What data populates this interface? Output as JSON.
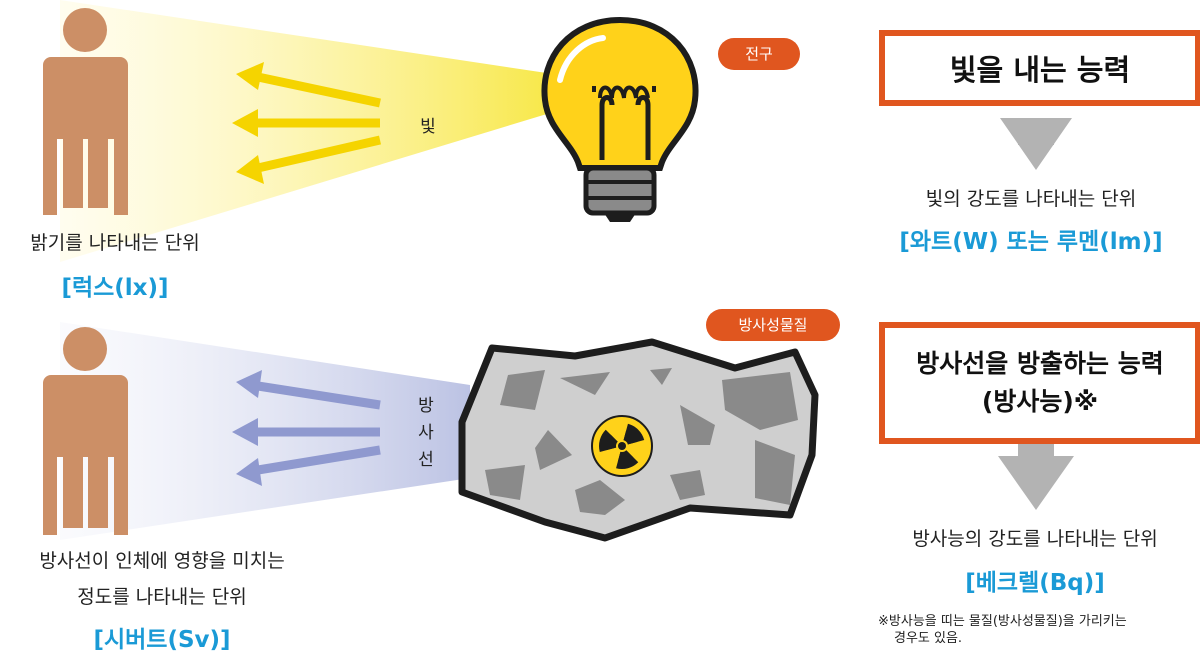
{
  "light": {
    "ray_label": "빛",
    "bulb_badge": "전구",
    "person_desc": "밝기를 나타내는 단위",
    "person_unit": "[럭스(lx)]",
    "ability_box": "빛을 내는 능력",
    "ability_desc": "빛의 강도를 나타내는 단위",
    "ability_unit": "[와트(W) 또는 루멘(lm)]"
  },
  "radiation": {
    "ray_label_chars": [
      "방",
      "사",
      "선"
    ],
    "material_badge": "방사성물질",
    "person_desc_line1": "방사선이 인체에 영향을 미치는",
    "person_desc_line2": "정도를 나타내는 단위",
    "person_unit": "[시버트(Sv)]",
    "ability_box_line1": "방사선을 방출하는 능력",
    "ability_box_line2": "(방사능)※",
    "ability_desc": "방사능의 강도를 나타내는 단위",
    "ability_unit": "[베크렐(Bq)]",
    "footnote_line1": "※방사능을 띠는 물질(방사성물질)을 가리키는",
    "footnote_line2": "경우도 있음."
  },
  "colors": {
    "accent_orange": "#e0561f",
    "unit_blue": "#1a9ad6",
    "person": "#cc8f66",
    "light_arrow": "#f5d400",
    "radiation_arrow": "#8f99cf",
    "down_arrow": "#b3b3b3"
  },
  "icons": [
    "person-icon",
    "light-bulb-icon",
    "radioactive-rock-icon",
    "radiation-trefoil-icon",
    "down-arrow-icon"
  ]
}
